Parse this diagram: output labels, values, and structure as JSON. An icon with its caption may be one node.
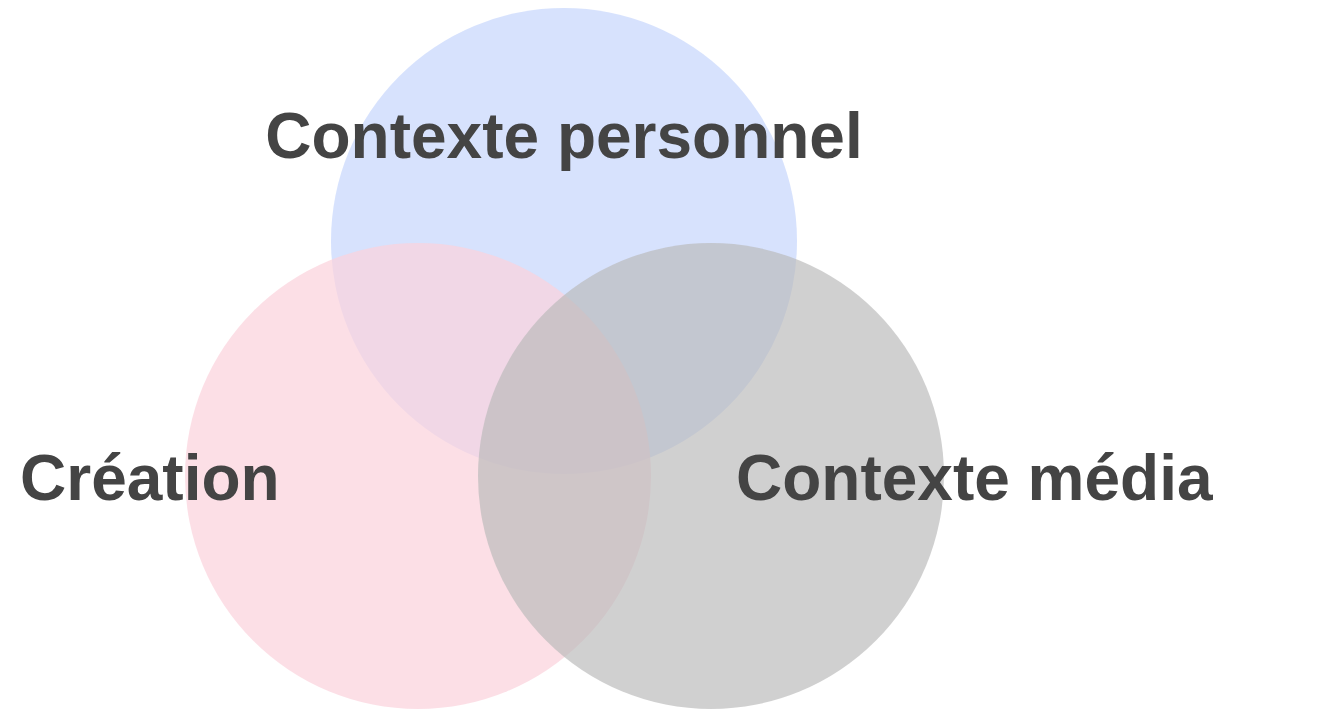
{
  "diagram": {
    "nodes": [
      {
        "text": [
          "Contexte personnel"
        ]
      },
      {
        "text": [
          "Création"
        ]
      },
      {
        "text": [
          "Contexte média"
        ]
      }
    ]
  }
}
